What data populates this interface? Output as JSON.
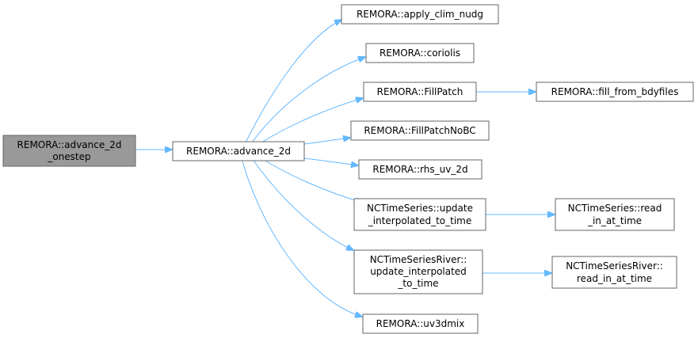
{
  "graph": {
    "nodes": {
      "advance_2d_onestep": {
        "lines": [
          "REMORA::advance_2d",
          "_onestep"
        ],
        "root": true
      },
      "advance_2d": {
        "lines": [
          "REMORA::advance_2d"
        ]
      },
      "apply_clim_nudg": {
        "lines": [
          "REMORA::apply_clim_nudg"
        ]
      },
      "coriolis": {
        "lines": [
          "REMORA::coriolis"
        ]
      },
      "fillpatch": {
        "lines": [
          "REMORA::FillPatch"
        ]
      },
      "fill_from_bdyfiles": {
        "lines": [
          "REMORA::fill_from_bdyfiles"
        ]
      },
      "fillpatchnobc": {
        "lines": [
          "REMORA::FillPatchNoBC"
        ]
      },
      "rhs_uv_2d": {
        "lines": [
          "REMORA::rhs_uv_2d"
        ]
      },
      "nc_update": {
        "lines": [
          "NCTimeSeries::update",
          "_interpolated_to_time"
        ]
      },
      "nc_read": {
        "lines": [
          "NCTimeSeries::read",
          "_in_at_time"
        ]
      },
      "ncr_update": {
        "lines": [
          "NCTimeSeriesRiver::",
          "update_interpolated",
          "_to_time"
        ]
      },
      "ncr_read": {
        "lines": [
          "NCTimeSeriesRiver::",
          "read_in_at_time"
        ]
      },
      "uv3dmix": {
        "lines": [
          "REMORA::uv3dmix"
        ]
      }
    },
    "edges": [
      [
        "advance_2d_onestep",
        "advance_2d"
      ],
      [
        "advance_2d",
        "apply_clim_nudg"
      ],
      [
        "advance_2d",
        "coriolis"
      ],
      [
        "advance_2d",
        "fillpatch"
      ],
      [
        "advance_2d",
        "fillpatchnobc"
      ],
      [
        "advance_2d",
        "rhs_uv_2d"
      ],
      [
        "advance_2d",
        "nc_update"
      ],
      [
        "advance_2d",
        "ncr_update"
      ],
      [
        "advance_2d",
        "uv3dmix"
      ],
      [
        "fillpatch",
        "fill_from_bdyfiles"
      ],
      [
        "nc_update",
        "nc_read"
      ],
      [
        "ncr_update",
        "ncr_read"
      ]
    ]
  }
}
